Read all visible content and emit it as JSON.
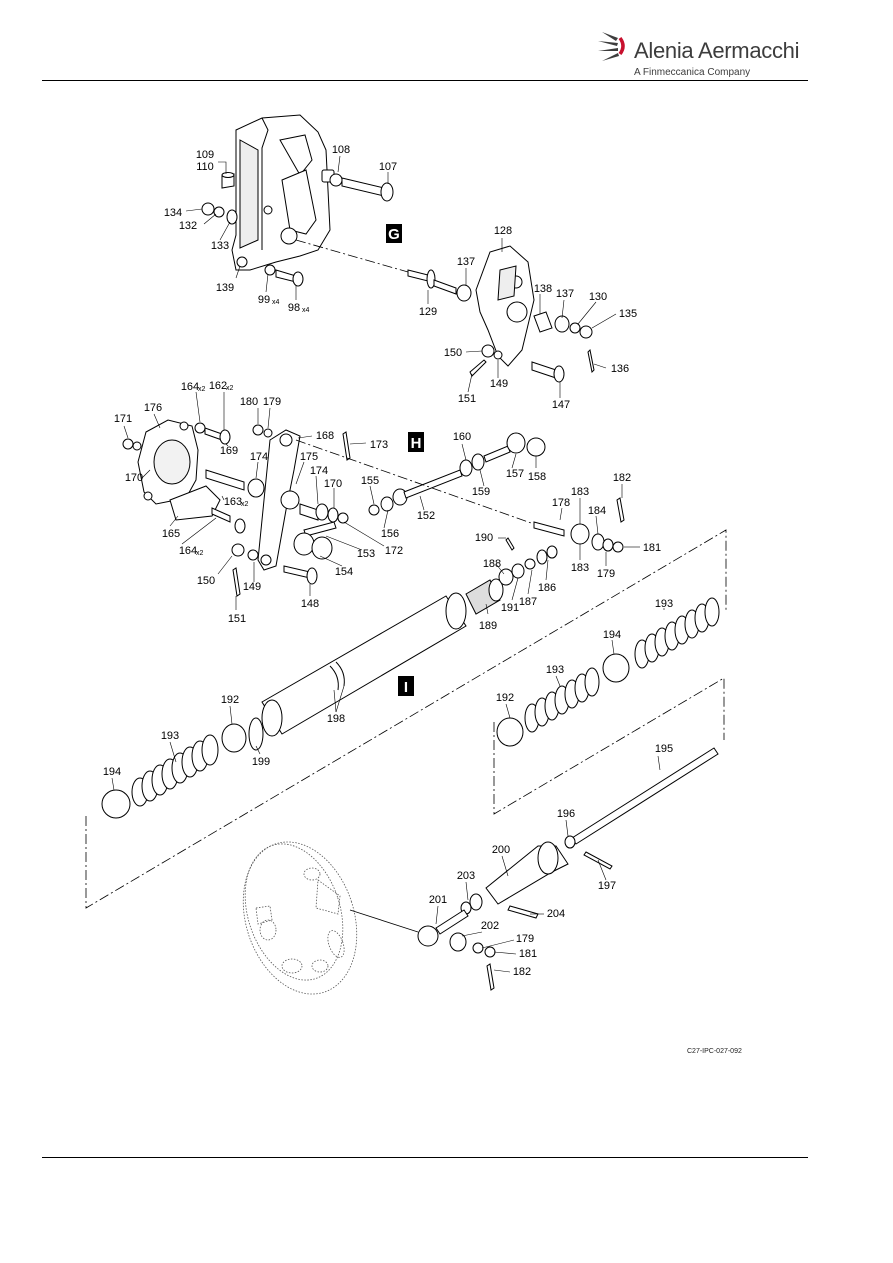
{
  "header": {
    "company": "Alenia Aermacchi",
    "subtitle": "A Finmeccanica Company"
  },
  "figure_code": "C27-IPC-027-092",
  "section_markers": [
    "G",
    "H",
    "I"
  ],
  "callouts": {
    "c107": "107",
    "c108": "108",
    "c109": "109",
    "c110": "110",
    "c134": "134",
    "c132": "132",
    "c133": "133",
    "c139": "139",
    "c99": "99",
    "c98": "98",
    "c128": "128",
    "c137a": "137",
    "c129": "129",
    "c138": "138",
    "c137b": "137",
    "c130": "130",
    "c135": "135",
    "c150a": "150",
    "c149a": "149",
    "c151a": "151",
    "c147": "147",
    "c136": "136",
    "c164a": "164",
    "c162": "162",
    "c180": "180",
    "c179a": "179",
    "c171": "171",
    "c176": "176",
    "c168": "168",
    "c173": "173",
    "c160": "160",
    "c169": "169",
    "c174a": "174",
    "c175": "175",
    "c174b": "174",
    "c170a": "170",
    "c170b": "170",
    "c155": "155",
    "c157": "157",
    "c158": "158",
    "c159": "159",
    "c163": "163",
    "c165": "165",
    "c164b": "164",
    "c156": "156",
    "c152": "152",
    "c153": "153",
    "c172": "172",
    "c154": "154",
    "c182a": "182",
    "c178": "178",
    "c183a": "183",
    "c184": "184",
    "c181a": "181",
    "c183b": "183",
    "c179b": "179",
    "c190": "190",
    "c188": "188",
    "c186": "186",
    "c187": "187",
    "c191": "191",
    "c189": "189",
    "c150b": "150",
    "c149b": "149",
    "c151b": "151",
    "c148": "148",
    "c193a": "193",
    "c194a": "194",
    "c193b": "193",
    "c192a": "192",
    "c192b": "192",
    "c199": "199",
    "c198": "198",
    "c193c": "193",
    "c194b": "194",
    "c195": "195",
    "c196": "196",
    "c197": "197",
    "c200": "200",
    "c203": "203",
    "c201": "201",
    "c204": "204",
    "c202": "202",
    "c179c": "179",
    "c181b": "181",
    "c182b": "182"
  },
  "multipliers": {
    "m164a": "x2",
    "m162": "x2",
    "m163": "x2",
    "m164b": "x2",
    "m99": "x4",
    "m98": "x4"
  }
}
